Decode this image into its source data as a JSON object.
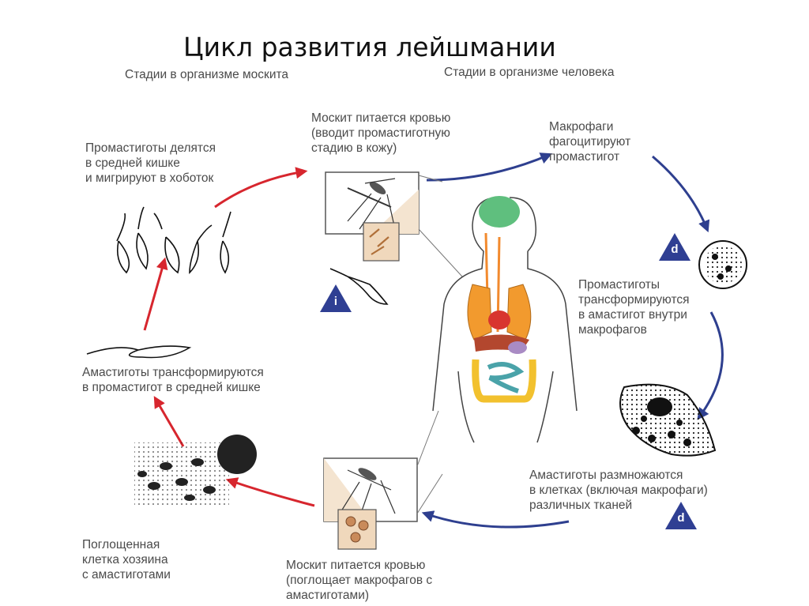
{
  "title": "Цикл развития лейшмании",
  "subtitles": {
    "mosquito": "Стадии в организме москита",
    "human": "Стадии в организме человека"
  },
  "labels": {
    "mosquito_feeds_top": [
      "Москит питается кровью",
      "(вводит промастиготную",
      "стадию в кожу)"
    ],
    "macrophages": [
      "Макрофаги",
      "фагоцитируют",
      "промастигот"
    ],
    "promastigotes_transform": [
      "Промастиготы",
      "трансформируются",
      "в амастигот внутри",
      "макрофагов"
    ],
    "amastigotes_multiply": [
      "Амастиготы размножаются",
      "в клетках (включая макрофаги)",
      "различных тканей"
    ],
    "mosquito_feeds_bottom": [
      "Москит питается кровью",
      "(поглощает макрофагов с",
      "амастиготами)"
    ],
    "ingested_cell": [
      "Поглощенная",
      "клетка хозяина",
      "с амастиготами"
    ],
    "amastigotes_transform": [
      "Амастиготы трансформируются",
      "в промастигот в средней кишке"
    ],
    "promastigotes_divide": [
      "Промастиготы делятся",
      "в средней кишке",
      "и мигрируют в хоботок"
    ]
  },
  "badges": {
    "i": "i",
    "d_top": "d",
    "d_bottom": "d"
  },
  "colors": {
    "red_arrow": "#d7262e",
    "blue_arrow": "#2e3f8f",
    "badge": "#2f3f93",
    "brain": "#5fbf7e",
    "lungs": "#f29a2e",
    "heart": "#d8352f",
    "liver": "#b3472e",
    "stomach": "#a98bc4",
    "intestine_small": "#4aa3a9",
    "intestine_large": "#f2c12e",
    "esophagus": "#f28a2e"
  }
}
